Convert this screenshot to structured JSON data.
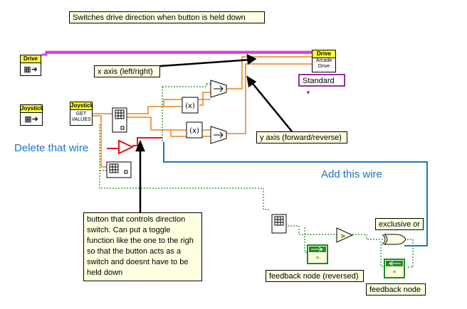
{
  "notes": {
    "title": "Switches drive direction when button is held down",
    "x_axis": "x axis (left/right)",
    "y_axis": "y axis (forward/reverse)",
    "button_note": "button that controls direction switch. Can put a toggle function like the one to the righ so that the button acts as a switch and doesnt have to be held down",
    "exclusive_or": "exclusive or",
    "feedback_reversed": "feedback node (reversed)",
    "feedback_node": "feedback node"
  },
  "instructions": {
    "delete_wire": "Delete that wire",
    "add_wire": "Add this wire"
  },
  "blocks": {
    "drive_ref": "Drive",
    "drive_vi_header": "Drive",
    "drive_vi_line1": "Arcade",
    "drive_vi_line2": "Drive",
    "joystick_ref": "Joystick",
    "joystick_vi_header": "Joystick",
    "joystick_vi_line1": "GET",
    "joystick_vi_line2": "VALUES",
    "drive_mode": "Standard"
  },
  "colors": {
    "orange_wire": "#e8841a",
    "green_wire": "#1f8a2a",
    "pink_wire": "#e040e0",
    "blue_wire": "#1e73c8",
    "red_wire": "#e0141e",
    "note_bg": "#ffffe1"
  }
}
